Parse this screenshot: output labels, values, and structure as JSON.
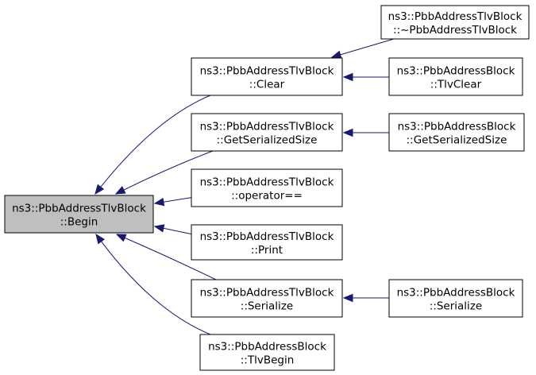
{
  "colors": {
    "edge": "#191970",
    "focus_fill": "#bfbfbf",
    "node_fill": "#ffffff",
    "border": "#000000"
  },
  "nodes": [
    {
      "id": "begin",
      "line1": "ns3::PbbAddressTlvBlock",
      "line2": "::Begin",
      "focus": true
    },
    {
      "id": "clear",
      "line1": "ns3::PbbAddressTlvBlock",
      "line2": "::Clear"
    },
    {
      "id": "getserializedsize",
      "line1": "ns3::PbbAddressTlvBlock",
      "line2": "::GetSerializedSize"
    },
    {
      "id": "operator-eq",
      "line1": "ns3::PbbAddressTlvBlock",
      "line2": "::operator=="
    },
    {
      "id": "print",
      "line1": "ns3::PbbAddressTlvBlock",
      "line2": "::Print"
    },
    {
      "id": "serialize",
      "line1": "ns3::PbbAddressTlvBlock",
      "line2": "::Serialize"
    },
    {
      "id": "tlvbegin",
      "line1": "ns3::PbbAddressBlock",
      "line2": "::TlvBegin"
    },
    {
      "id": "destructor",
      "line1": "ns3::PbbAddressTlvBlock",
      "line2": "::~PbbAddressTlvBlock"
    },
    {
      "id": "tlvclear",
      "line1": "ns3::PbbAddressBlock",
      "line2": "::TlvClear"
    },
    {
      "id": "block-getserializedsize",
      "line1": "ns3::PbbAddressBlock",
      "line2": "::GetSerializedSize"
    },
    {
      "id": "block-serialize",
      "line1": "ns3::PbbAddressBlock",
      "line2": "::Serialize"
    }
  ],
  "edges": [
    {
      "from": "clear",
      "to": "begin"
    },
    {
      "from": "getserializedsize",
      "to": "begin"
    },
    {
      "from": "operator-eq",
      "to": "begin"
    },
    {
      "from": "print",
      "to": "begin"
    },
    {
      "from": "serialize",
      "to": "begin"
    },
    {
      "from": "tlvbegin",
      "to": "begin"
    },
    {
      "from": "destructor",
      "to": "clear"
    },
    {
      "from": "tlvclear",
      "to": "clear"
    },
    {
      "from": "block-getserializedsize",
      "to": "getserializedsize"
    },
    {
      "from": "block-serialize",
      "to": "serialize"
    }
  ]
}
